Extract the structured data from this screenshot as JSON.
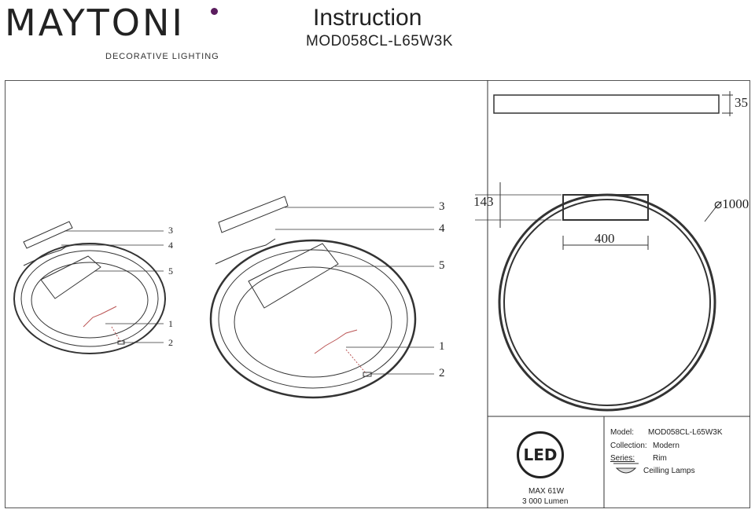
{
  "brand": {
    "name": "MAYTONI",
    "tagline": "DECORATIVE LIGHTING"
  },
  "header": {
    "title": "Instruction",
    "model": "MOD058CL-L65W3K"
  },
  "parts": {
    "1": "1",
    "2": "2",
    "3": "3",
    "4": "4",
    "5": "5"
  },
  "dimensions": {
    "height": "35",
    "box_depth": "143",
    "diameter": "⌀1000",
    "box_width": "400"
  },
  "led": {
    "label": "LED",
    "power": "MAX 61W",
    "lumen": "3 000 Lumen"
  },
  "specs": {
    "model_label": "Model:",
    "model_value": "MOD058CL-L65W3K",
    "collection_label": "Collection:",
    "collection_value": "Modern",
    "series_label": "Series:",
    "series_value": "Rim",
    "type_value": "Ceilling Lamps"
  }
}
